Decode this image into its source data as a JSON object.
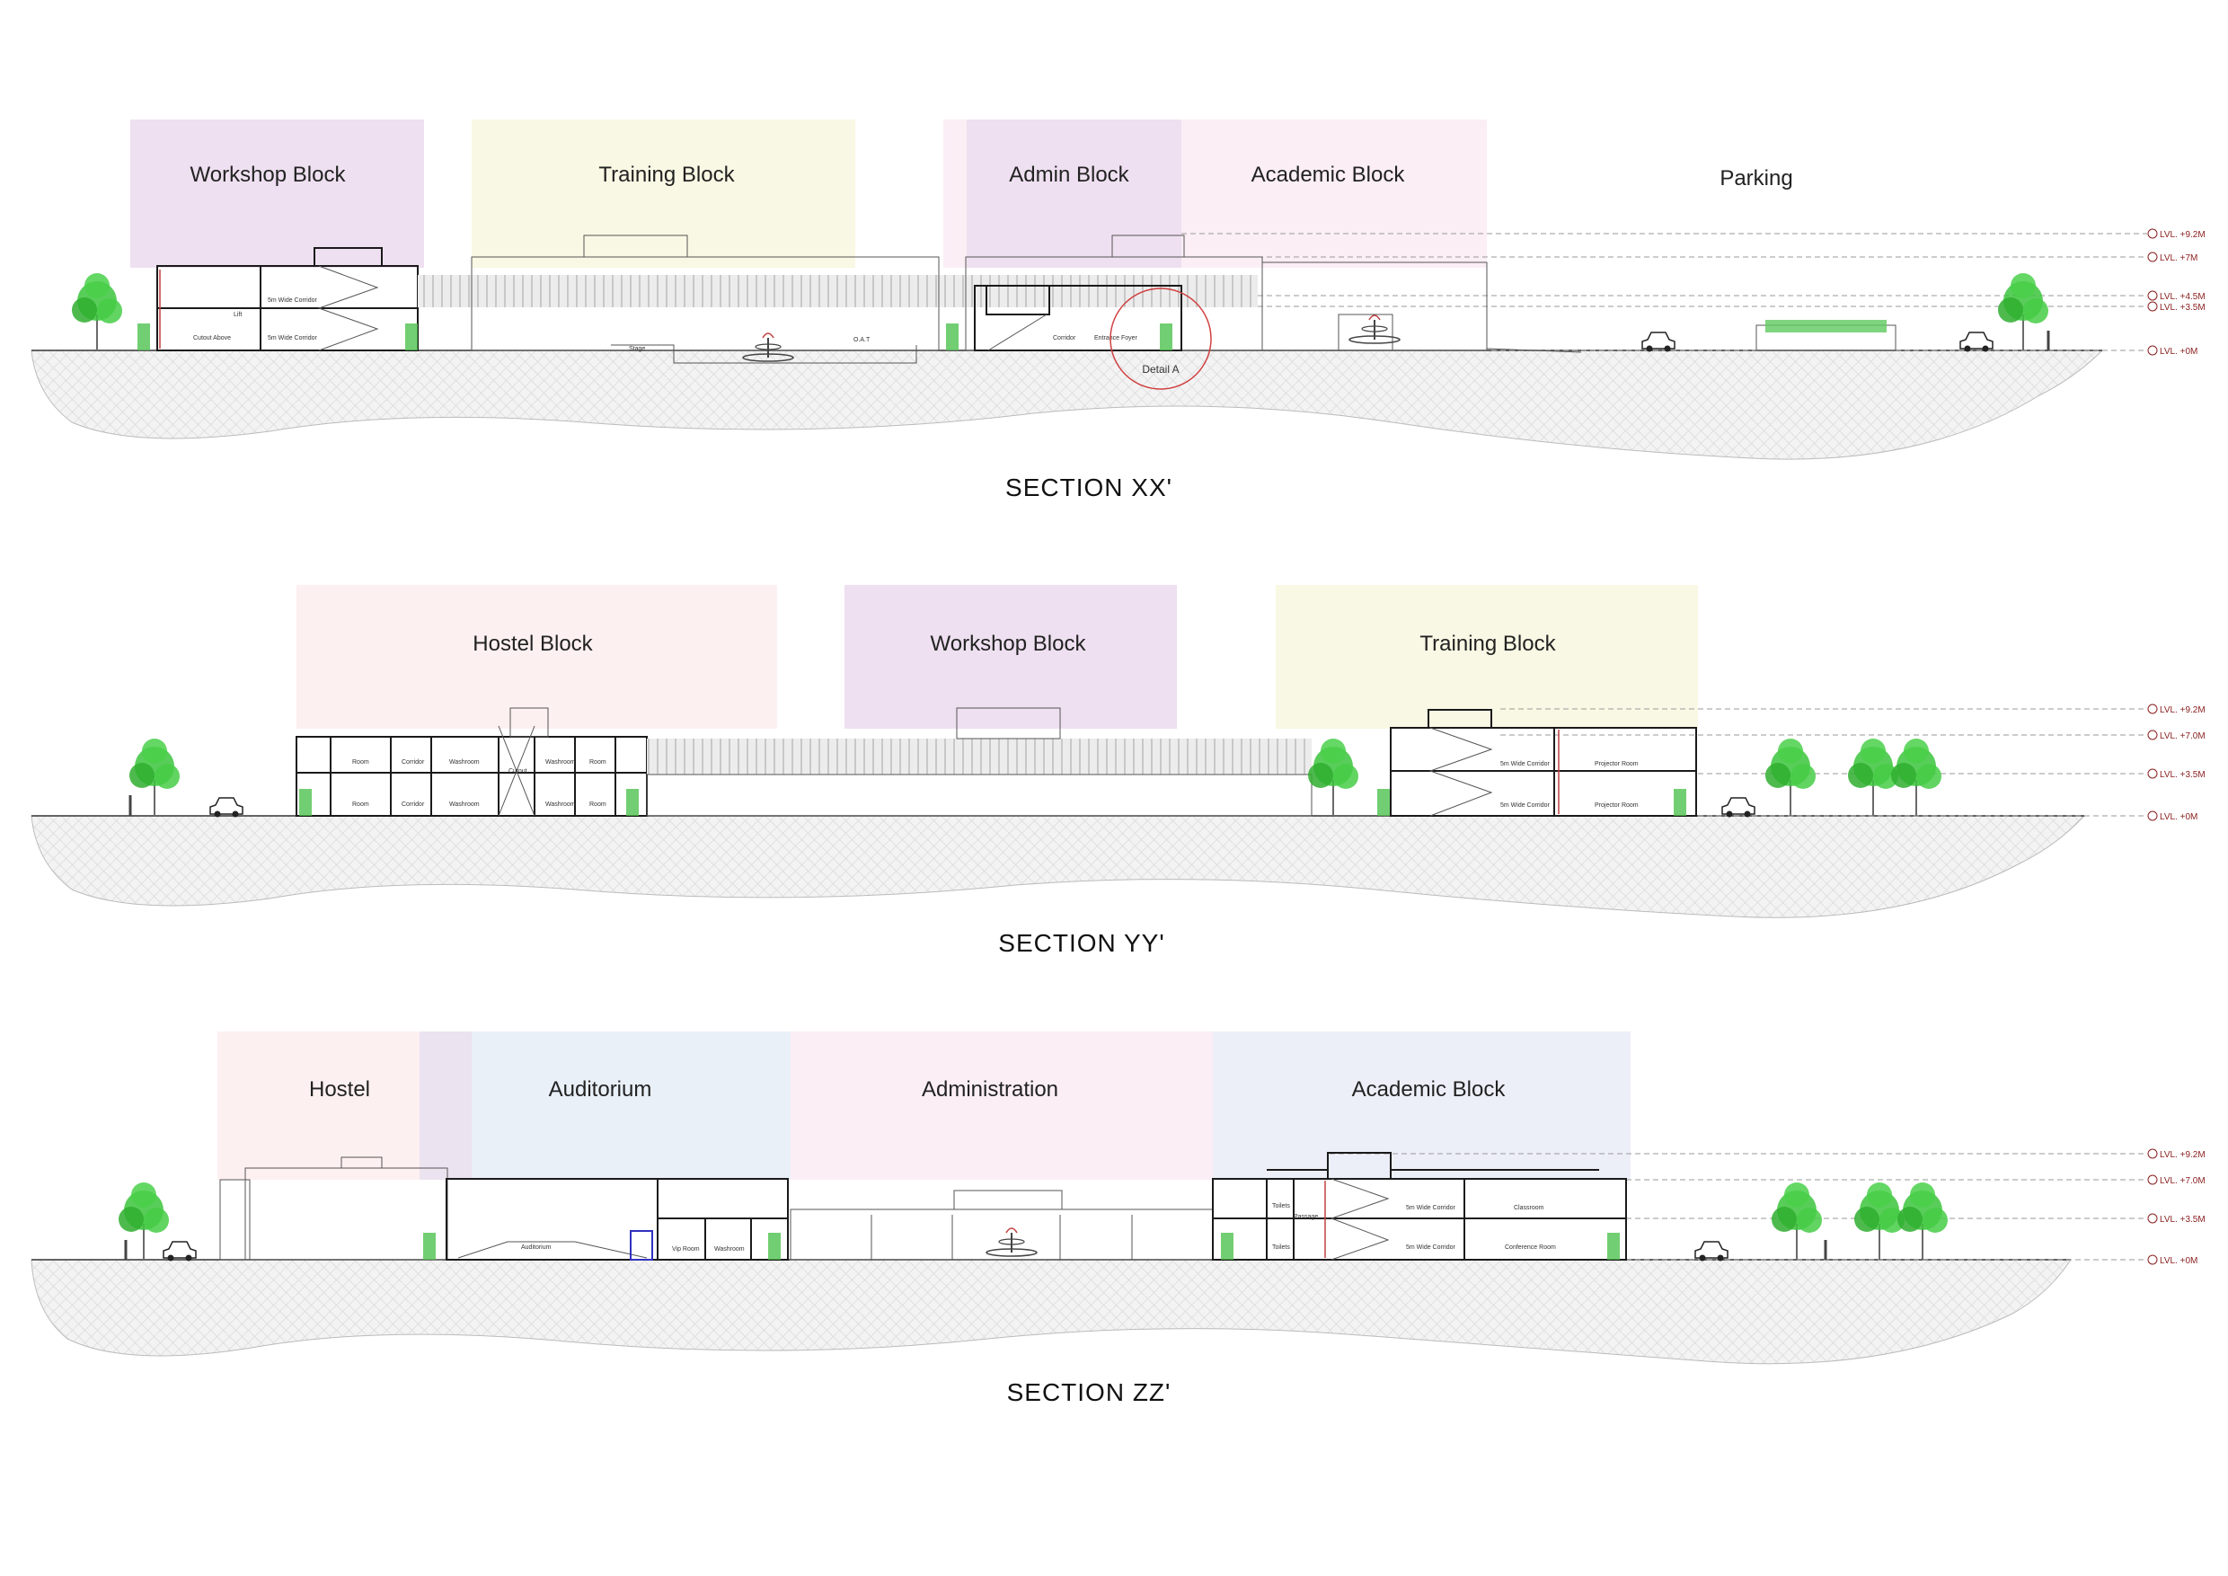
{
  "sections": [
    {
      "title": "SECTION XX'",
      "zones": [
        {
          "label": "Workshop Block",
          "color": "#eee0f0"
        },
        {
          "label": "Training Block",
          "color": "#f8f8e4"
        },
        {
          "label": "Admin Block",
          "color": "#eee0f0"
        },
        {
          "label": "Academic Block",
          "color": "#fbeef5"
        },
        {
          "label": "Parking",
          "color": "#ffffff"
        }
      ],
      "levels": [
        "LVL. +9.2M",
        "LVL. +7M",
        "LVL. +4.5M",
        "LVL. +3.5M",
        "LVL. +0M"
      ],
      "room_labels": [
        "Cutout Above",
        "Lift",
        "5m Wide Corridor",
        "5m Wide Corridor",
        "Stage",
        "O.A.T",
        "Corridor",
        "Entrance Foyer"
      ],
      "detail_callout": "Detail A"
    },
    {
      "title": "SECTION YY'",
      "zones": [
        {
          "label": "Hostel Block",
          "color": "#fdf0f0"
        },
        {
          "label": "Workshop Block",
          "color": "#eee0f0"
        },
        {
          "label": "Training Block",
          "color": "#f8f8e4"
        }
      ],
      "levels": [
        "LVL. +9.2M",
        "LVL. +7.0M",
        "LVL. +3.5M",
        "LVL. +0M"
      ],
      "room_labels": [
        "Room",
        "Corridor",
        "Washroom",
        "Cutout",
        "Washroom",
        "Room",
        "Room",
        "Corridor",
        "Washroom",
        "Washroom",
        "Room",
        "5m Wide Corridor",
        "Projector Room",
        "5m Wide Corridor",
        "Projector Room"
      ]
    },
    {
      "title": "SECTION ZZ'",
      "zones": [
        {
          "label": "Hostel",
          "color": "#fdf0f0"
        },
        {
          "label": "",
          "color": "#ebe3f0"
        },
        {
          "label": "Auditorium",
          "color": "#e9f0f8"
        },
        {
          "label": "Administration",
          "color": "#fbeef5"
        },
        {
          "label": "Academic Block",
          "color": "#eceff8"
        }
      ],
      "levels": [
        "LVL. +9.2M",
        "LVL. +7.0M",
        "LVL. +3.5M",
        "LVL. +0M"
      ],
      "room_labels": [
        "Auditorium",
        "Vip Room",
        "Washroom",
        "Toilets",
        "Passage",
        "5m Wide Corridor",
        "Classroom",
        "Toilets",
        "5m Wide Corridor",
        "Conference Room"
      ]
    }
  ],
  "colors": {
    "tree": "#3cc43c",
    "level_text": "#8a1e1e",
    "detail_circle": "#d04040",
    "ground_fill": "#f1f1f1"
  },
  "icons": [
    "tree-icon",
    "car-icon",
    "fountain-icon",
    "level-marker-icon"
  ]
}
